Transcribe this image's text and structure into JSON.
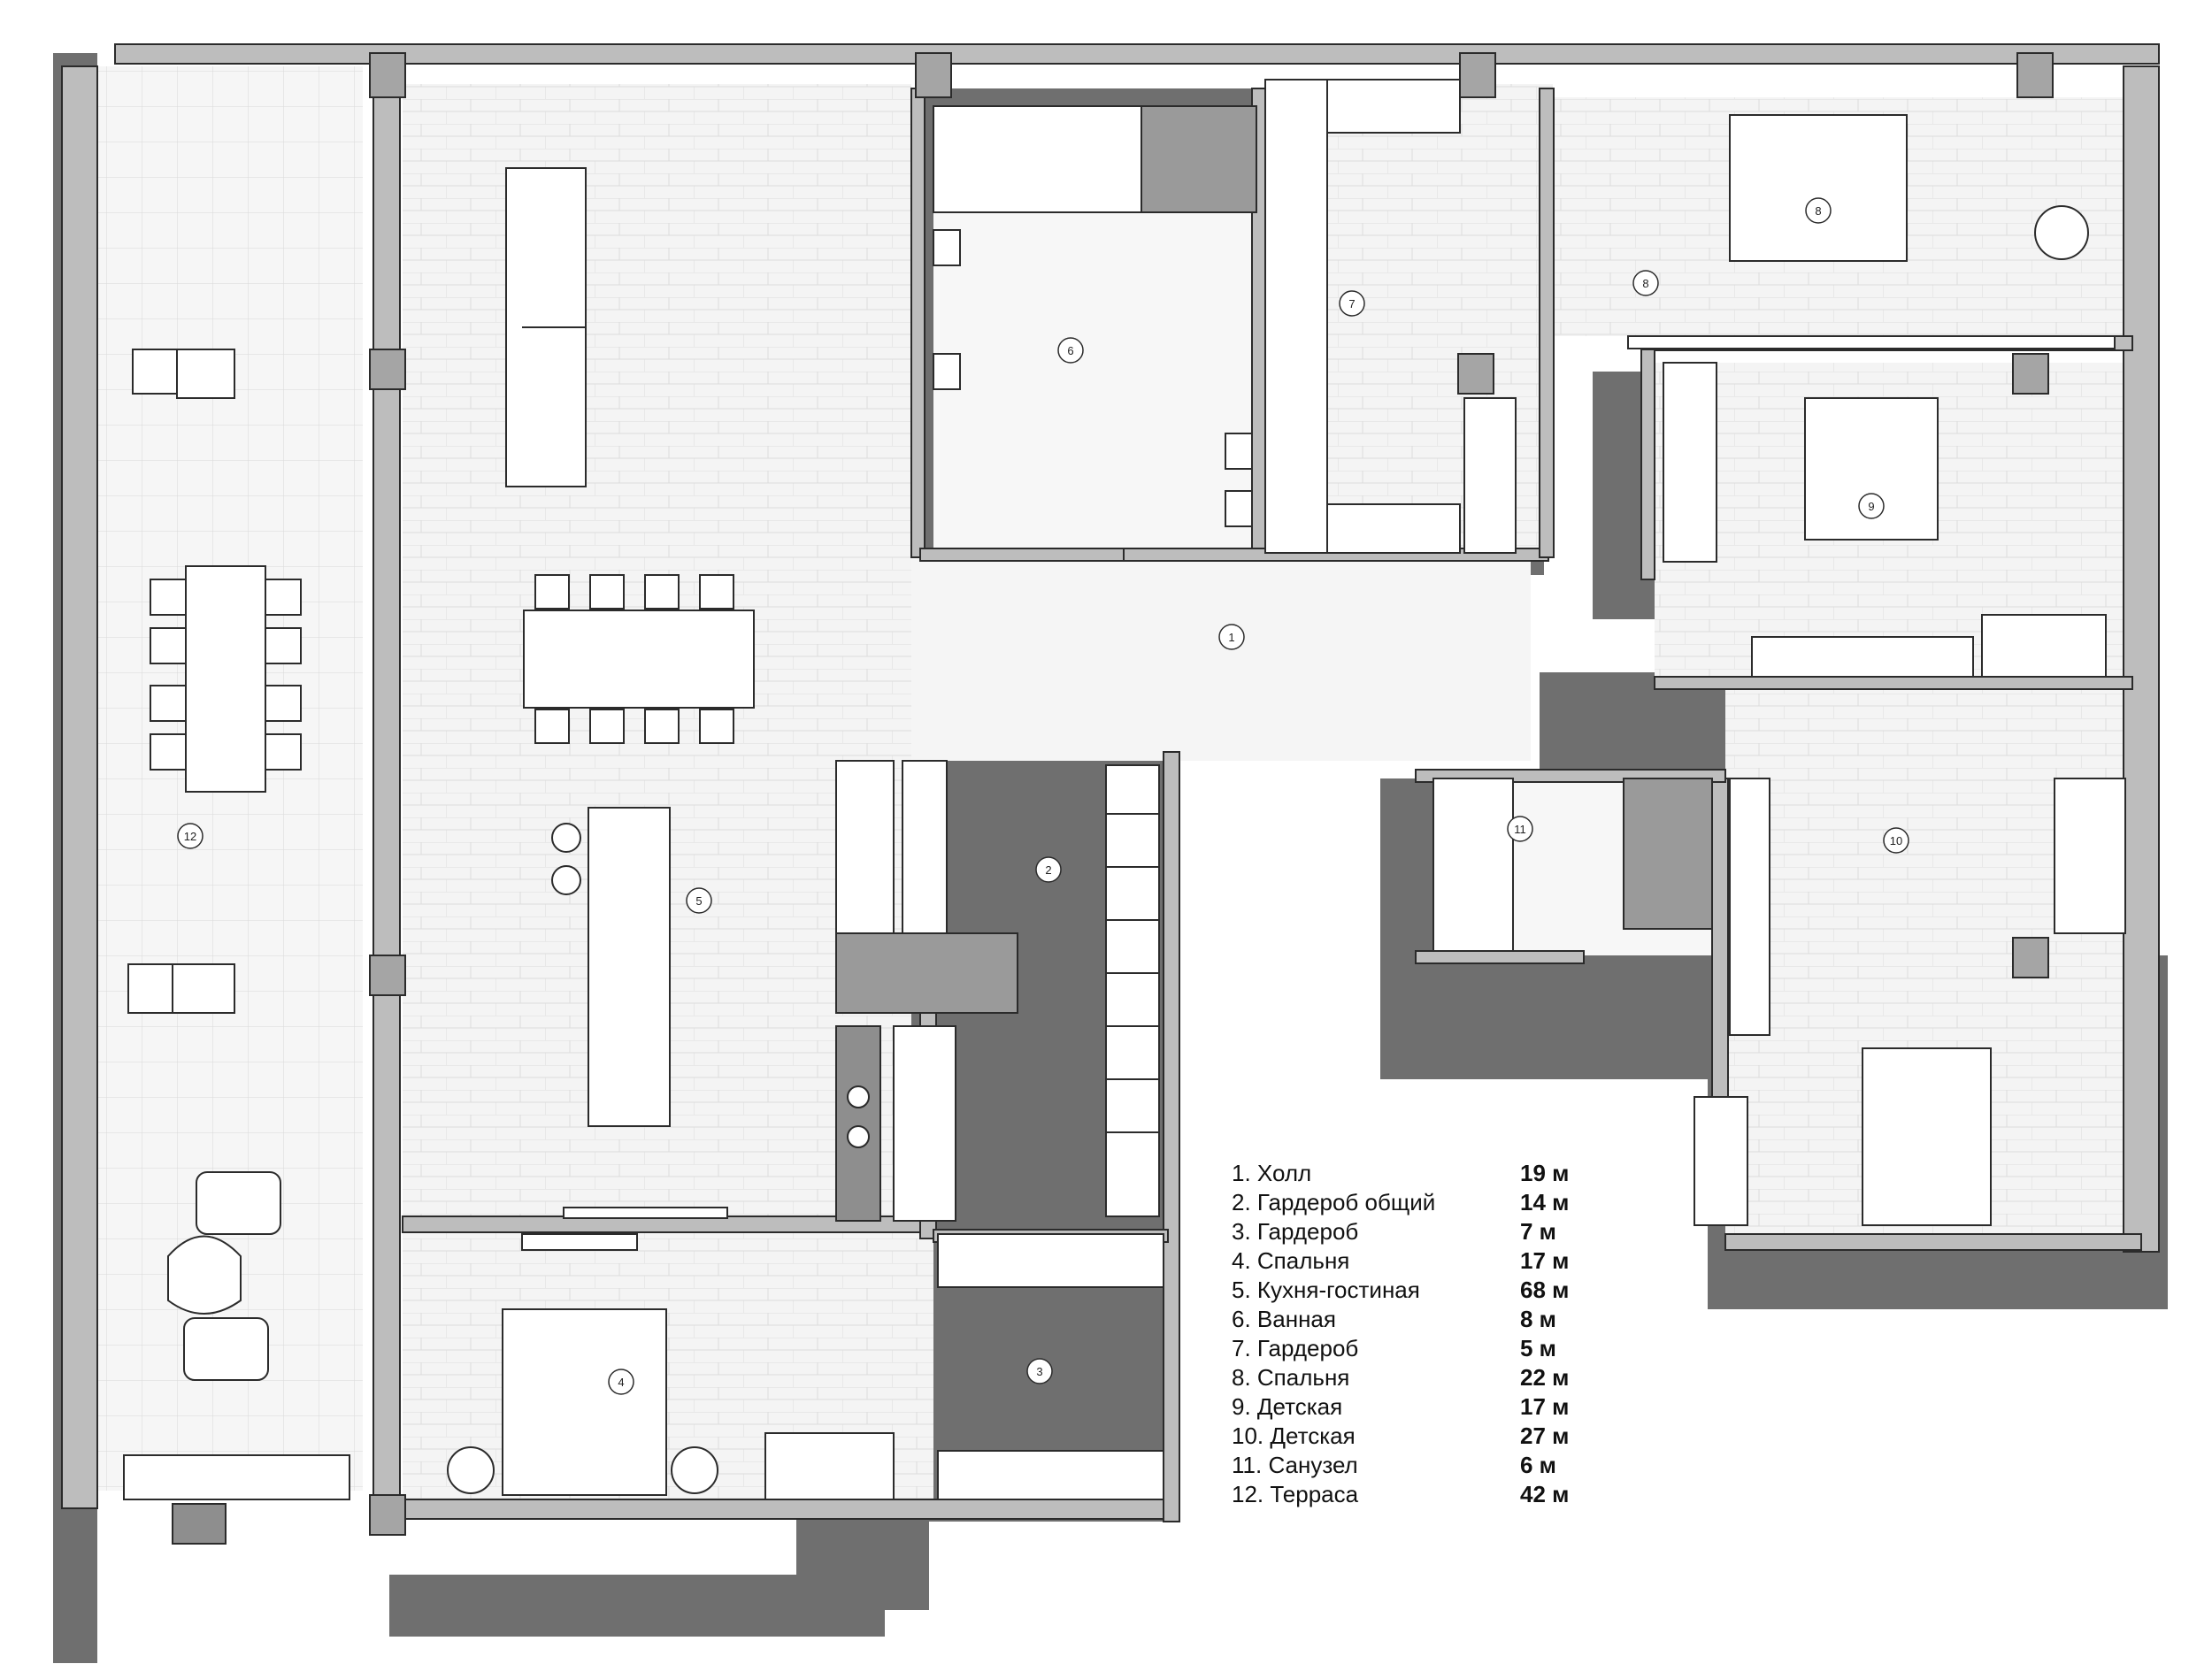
{
  "room_markers": [
    "1",
    "2",
    "3",
    "4",
    "5",
    "6",
    "7",
    "8",
    "8",
    "9",
    "10",
    "11",
    "12"
  ],
  "legend": [
    {
      "label": "1. Холл",
      "area": "19 м"
    },
    {
      "label": "2. Гардероб общий",
      "area": "14 м"
    },
    {
      "label": "3. Гардероб",
      "area": "7 м"
    },
    {
      "label": "4. Спальня",
      "area": "17 м"
    },
    {
      "label": "5. Кухня-гостиная",
      "area": "68 м"
    },
    {
      "label": "6. Ванная",
      "area": "8 м"
    },
    {
      "label": "7. Гардероб",
      "area": "5 м"
    },
    {
      "label": "8. Спальня",
      "area": "22 м"
    },
    {
      "label": "9. Детская",
      "area": "17 м"
    },
    {
      "label": "10. Детская",
      "area": "27 м"
    },
    {
      "label": "11. Санузел",
      "area": "6 м"
    },
    {
      "label": "12. Терраса",
      "area": "42 м"
    }
  ],
  "colors": {
    "shadow": "#6f6f6f",
    "wall": "#bdbdbd",
    "wall_dark": "#8e8e8e",
    "floor": "#f3f3f3",
    "furniture": "#ffffff",
    "stroke": "#2b2b2b"
  }
}
